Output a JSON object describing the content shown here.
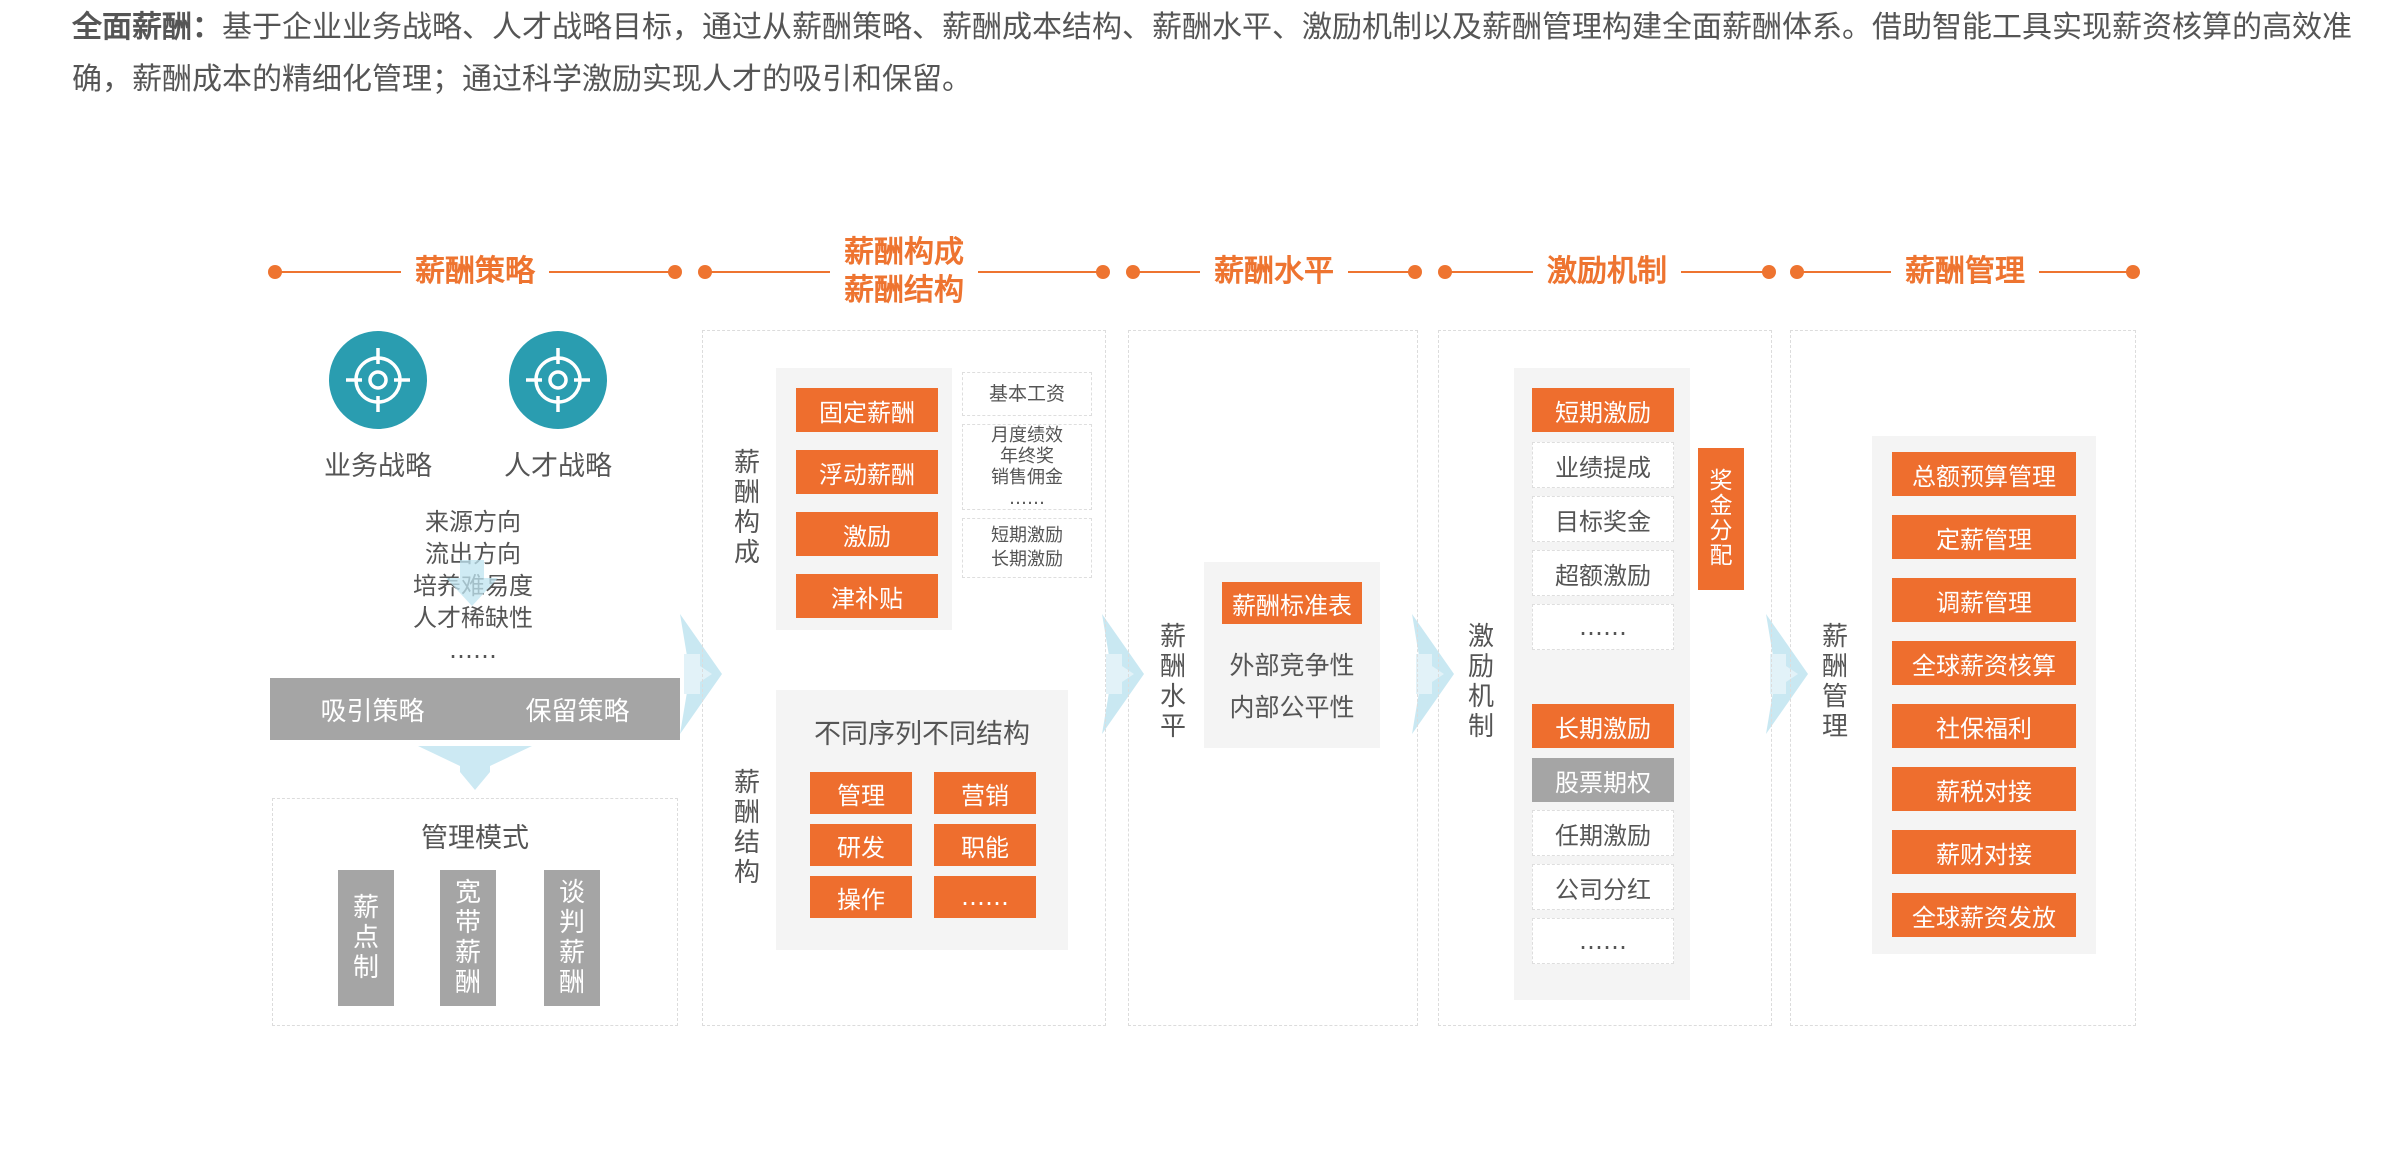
{
  "intro": {
    "bold": "全面薪酬：",
    "text": "基于企业业务战略、人才战略目标，通过从薪酬策略、薪酬成本结构、薪酬水平、激励机制以及薪酬管理构建全面薪酬体系。借助智能工具实现薪资核算的高效准确，薪酬成本的精细化管理；通过科学激励实现人才的吸引和保留。"
  },
  "colors": {
    "accent": "#ee6e2e",
    "gray": "#a5a5a5",
    "teal": "#2a9db0"
  },
  "headers": {
    "h1": "薪酬策略",
    "h2": "薪酬构成\n薪酬结构",
    "h3": "薪酬水平",
    "h4": "激励机制",
    "h5": "薪酬管理"
  },
  "strategy": {
    "icon1_label": "业务战略",
    "icon2_label": "人才战略",
    "icon_name": "target-icon",
    "factors": [
      "来源方向",
      "流出方向",
      "培养难易度",
      "人才稀缺性",
      "……"
    ],
    "bar_left": "吸引策略",
    "bar_right": "保留策略",
    "mode_title": "管理模式",
    "modes": [
      "薪点制",
      "宽带薪酬",
      "谈判薪酬"
    ]
  },
  "composition": {
    "label_top": "薪酬构成",
    "items": [
      "固定薪酬",
      "浮动薪酬",
      "激励",
      "津补贴"
    ],
    "details": [
      "基本工资",
      "月度绩效\n年终奖\n销售佣金\n……",
      "短期激励\n长期激励"
    ],
    "label_bottom": "薪酬结构",
    "structure_title": "不同序列不同结构",
    "structure_items": [
      "管理",
      "营销",
      "研发",
      "职能",
      "操作",
      "……"
    ]
  },
  "level": {
    "label": "薪酬水平",
    "table": "薪酬标准表",
    "lines": [
      "外部竞争性",
      "内部公平性"
    ]
  },
  "incentive": {
    "label": "激励机制",
    "short_title": "短期激励",
    "short_items": [
      "业绩提成",
      "目标奖金",
      "超额激励",
      "……"
    ],
    "bonus": "奖金分配",
    "long_title": "长期激励",
    "long_gray": "股票期权",
    "long_items": [
      "任期激励",
      "公司分红",
      "……"
    ]
  },
  "management": {
    "label": "薪酬管理",
    "items": [
      "总额预算管理",
      "定薪管理",
      "调薪管理",
      "全球薪资核算",
      "社保福利",
      "薪税对接",
      "薪财对接",
      "全球薪资发放"
    ]
  }
}
